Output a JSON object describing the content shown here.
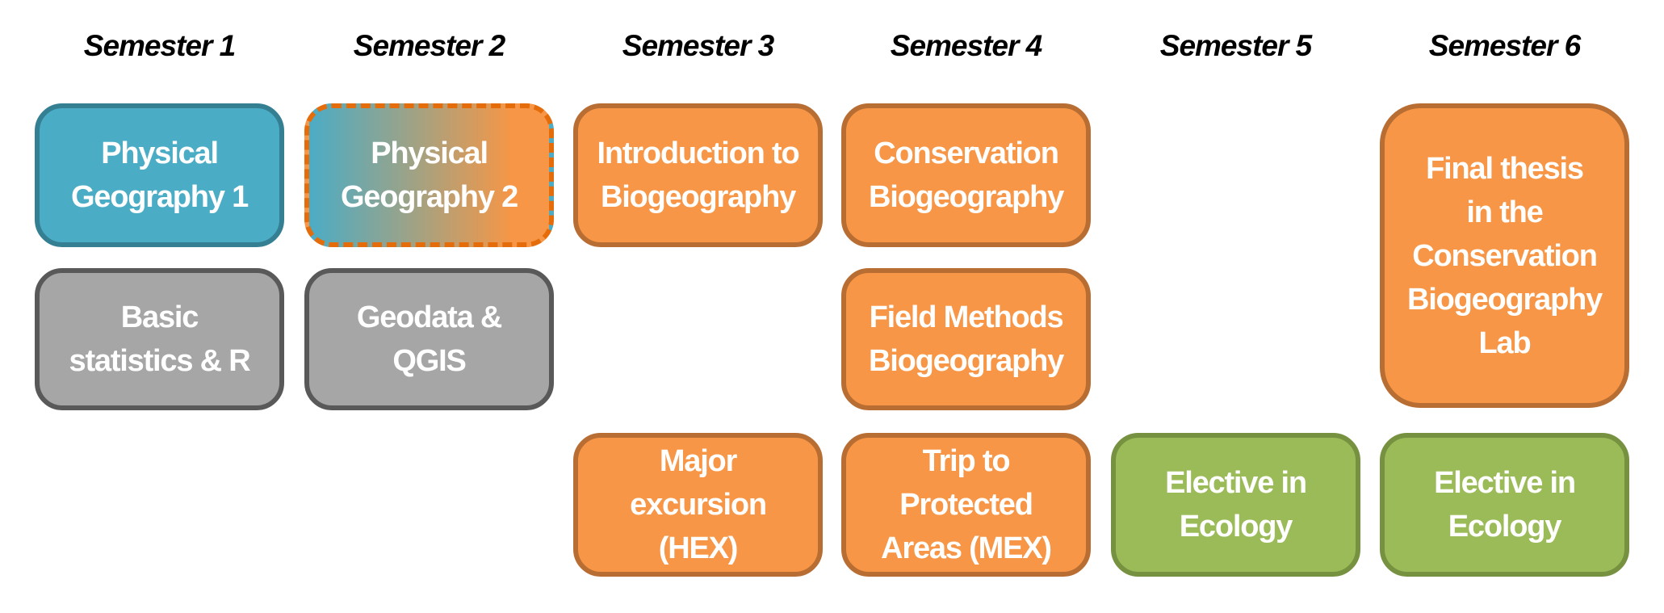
{
  "semesters": [
    "Semester 1",
    "Semester 2",
    "Semester 3",
    "Semester 4",
    "Semester 5",
    "Semester 6"
  ],
  "courses": {
    "pg1": "Physical\nGeography 1",
    "pg2": "Physical\nGeography 2",
    "stats": "Basic\nstatistics & R",
    "geodata": "Geodata &\nQGIS",
    "intro_bio": "Introduction to\nBiogeography",
    "cons_bio": "Conservation\nBiogeography",
    "field": "Field Methods\nBiogeography",
    "hex": "Major\nexcursion\n(HEX)",
    "mex": "Trip to\nProtected\nAreas (MEX)",
    "elective5": "Elective in\nEcology",
    "elective6": "Elective in\nEcology",
    "thesis": "Final thesis\nin the\nConservation\nBiogeography\nLab"
  },
  "colors": {
    "blue": "#4BACC6",
    "orange": "#F79646",
    "gray": "#A6A6A6",
    "green": "#9BBB59",
    "dash": "#E46C0A"
  }
}
